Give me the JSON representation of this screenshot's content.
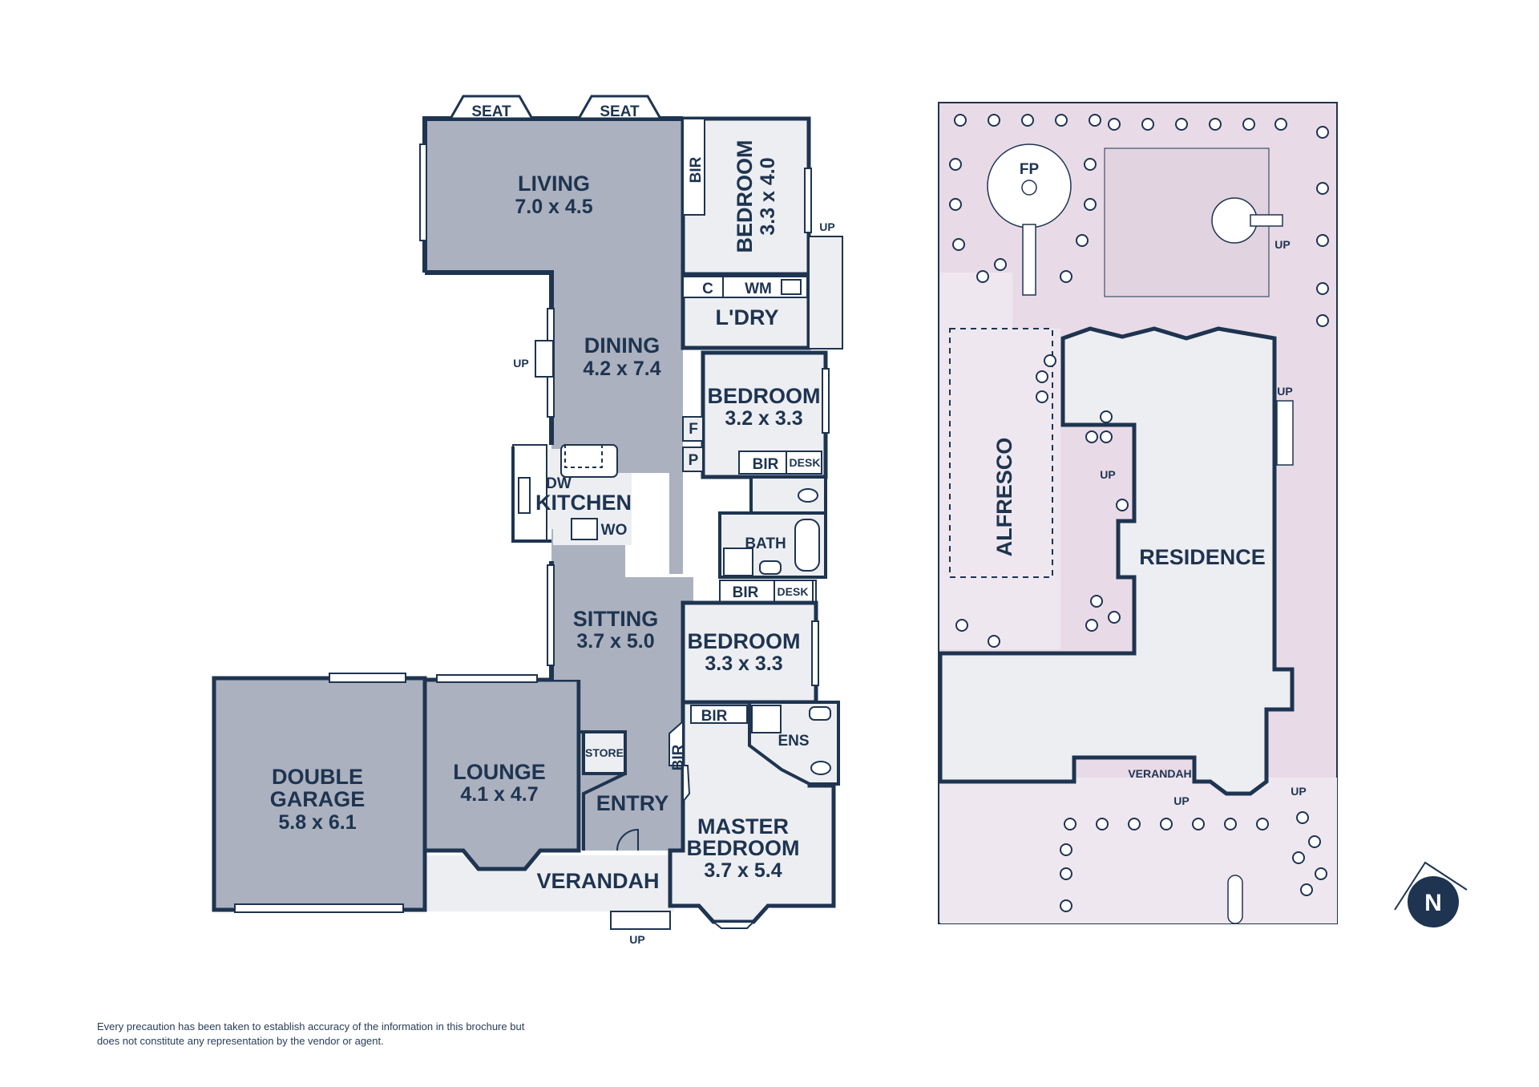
{
  "floor_plan": {
    "rooms": {
      "living": {
        "name": "LIVING",
        "dims": "7.0 x 4.5"
      },
      "bedroom_1": {
        "name": "BEDROOM",
        "dims": "3.3 x 4.0"
      },
      "dining": {
        "name": "DINING",
        "dims": "4.2 x 7.4"
      },
      "bedroom_2": {
        "name": "BEDROOM",
        "dims": "3.2 x 3.3"
      },
      "kitchen": {
        "name": "KITCHEN"
      },
      "bath": {
        "name": "BATH"
      },
      "sitting": {
        "name": "SITTING",
        "dims": "3.7 x 5.0"
      },
      "bedroom_3": {
        "name": "BEDROOM",
        "dims": "3.3 x 3.3"
      },
      "double_garage": {
        "name_line1": "DOUBLE",
        "name_line2": "GARAGE",
        "dims": "5.8 x 6.1"
      },
      "lounge": {
        "name": "LOUNGE",
        "dims": "4.1 x 4.7"
      },
      "entry": {
        "name": "ENTRY"
      },
      "master_bedroom": {
        "name_line1": "MASTER",
        "name_line2": "BEDROOM",
        "dims": "3.7 x 5.4"
      },
      "verandah": {
        "name": "VERANDAH"
      },
      "laundry": {
        "name": "L'DRY"
      },
      "ensuite": {
        "name": "ENS"
      }
    },
    "fixtures": {
      "seat": "SEAT",
      "bir": "BIR",
      "desk": "DESK",
      "cupboard": "C",
      "washing_machine": "WM",
      "fridge": "F",
      "pantry": "P",
      "dishwasher": "DW",
      "wall_oven": "WO",
      "store": "STORE",
      "up": "UP"
    }
  },
  "site_plan": {
    "residence": "RESIDENCE",
    "alfresco": "ALFRESCO",
    "verandah": "VERANDAH",
    "fire_pit": "FP",
    "up": "UP"
  },
  "compass": {
    "label": "N"
  },
  "disclaimer": "Every precaution has been taken to establish accuracy of the information in this brochure but does not constitute any representation by the vendor or agent.",
  "colors": {
    "wall": "#1e3450",
    "room_fill": "#abb1bf",
    "light_fill": "#edeef2",
    "garden_fill": "#e8dbe7",
    "background": "#ffffff"
  }
}
